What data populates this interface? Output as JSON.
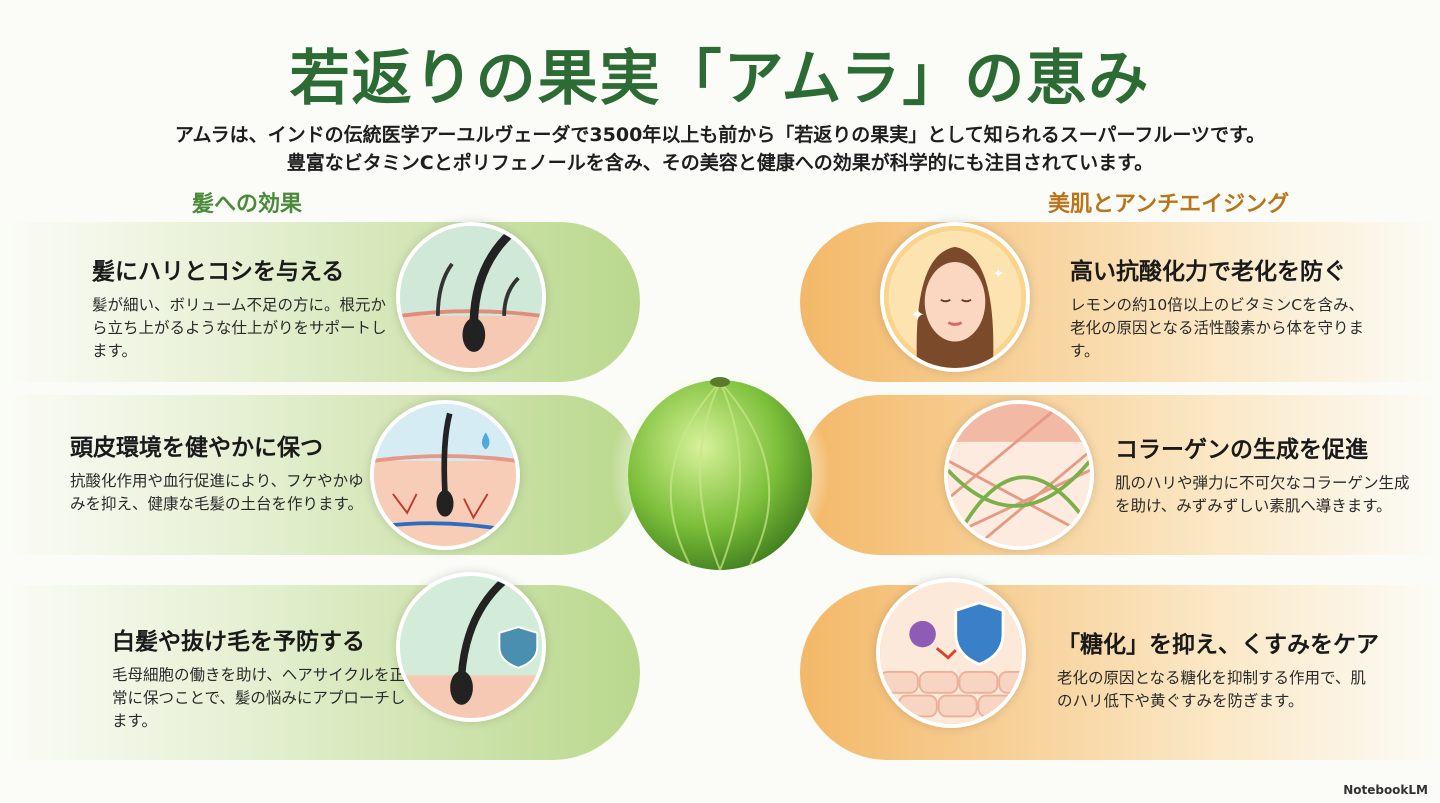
{
  "title": "若返りの果実「アムラ」の恵み",
  "intro": [
    "アムラは、インドの伝統医学アーユルヴェーダで3500年以上も前から「若返りの果実」として知られるスーパーフルーツです。",
    "豊富なビタミンCとポリフェノールを含み、その美容と健康への効果が科学的にも注目されています。"
  ],
  "hair": {
    "heading": "髪への効果",
    "items": [
      {
        "title": "髪にハリとコシを与える",
        "text": "髪が細い、ボリューム不足の方に。根元から立ち上がるような仕上がりをサポートします。"
      },
      {
        "title": "頭皮環境を健やかに保つ",
        "text": "抗酸化作用や血行促進により、フケやかゆみを抑え、健康な毛髪の土台を作ります。"
      },
      {
        "title": "白髪や抜け毛を予防する",
        "text": "毛母細胞の働きを助け、ヘアサイクルを正常に保つことで、髪の悩みにアプローチします。"
      }
    ]
  },
  "skin": {
    "heading": "美肌とアンチエイジング",
    "items": [
      {
        "title": "高い抗酸化力で老化を防ぐ",
        "text": "レモンの約10倍以上のビタミンCを含み、老化の原因となる活性酸素から体を守ります。"
      },
      {
        "title": "コラーゲンの生成を促進",
        "text": "肌のハリや弾力に不可欠なコラーゲン生成を助け、みずみずしい素肌へ導きます。"
      },
      {
        "title": "「糖化」を抑え、くすみをケア",
        "text": "老化の原因となる糖化を抑制する作用で、肌のハリ低下や黄ぐすみを防ぎます。"
      }
    ]
  },
  "brand": "NotebookLM",
  "colors": {
    "title": "#2c6b33",
    "hair": "#4a8a3a",
    "skin": "#b8751a"
  }
}
